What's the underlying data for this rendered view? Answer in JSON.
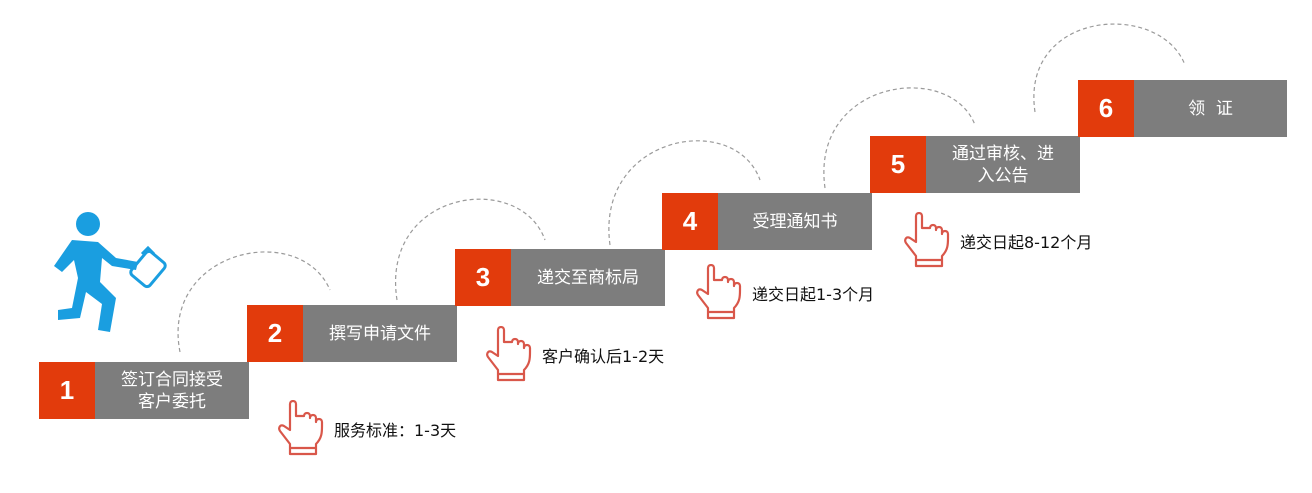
{
  "steps": [
    {
      "num": "1",
      "lines": [
        "签订合同接受",
        "客户委托"
      ]
    },
    {
      "num": "2",
      "lines": [
        "撰写申请文件"
      ]
    },
    {
      "num": "3",
      "lines": [
        "递交至商标局"
      ]
    },
    {
      "num": "4",
      "lines": [
        "受理通知书"
      ]
    },
    {
      "num": "5",
      "lines": [
        "通过审核、进",
        "入公告"
      ]
    },
    {
      "num": "6",
      "lines": [
        "领  证"
      ]
    }
  ],
  "notes": [
    "服务标准：1-3天",
    "客户确认后1-2天",
    "递交日起1-3个月",
    "递交日起8-12个月"
  ],
  "colors": {
    "accent": "#e23b0c",
    "step_bg": "#7d7d7d",
    "runner": "#1a9ee0",
    "hand": "#d9574a"
  }
}
